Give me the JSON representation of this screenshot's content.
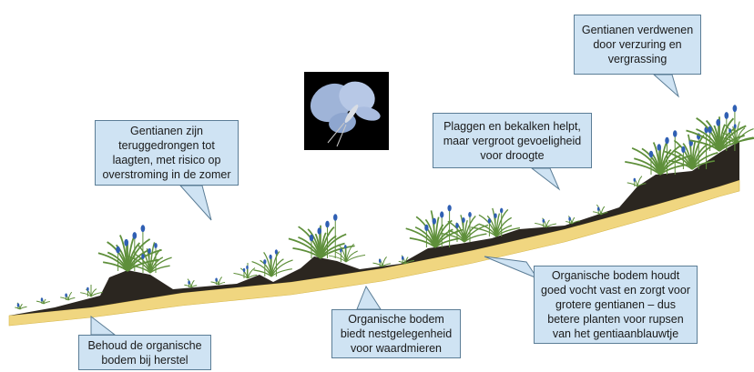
{
  "callouts": {
    "top_right": "Gentianen verdwenen door verzuring en vergrassing",
    "middle_right": "Plaggen en bekalken helpt, maar vergroot gevoeligheid voor droogte",
    "left_top": "Gentianen zijn teruggedrongen tot laagten, met risico op overstroming in de zomer",
    "bottom_left": "Behoud de organische bodem bij herstel",
    "bottom_middle": "Organische bodem biedt nestgelegenheid voor waardmieren",
    "bottom_right": "Organische bodem houdt goed vocht vast en zorgt voor grotere gentianen – dus betere planten voor rupsen van het gentiaanblauwtje"
  },
  "images": {
    "butterfly": "butterfly-photo",
    "plants": "gentian-plant-icon"
  },
  "colors": {
    "callout_fill": "#cfe3f3",
    "callout_border": "#5b7d96",
    "soil": "#2b2620",
    "sand": "#f0d680",
    "grass": "#5e8f3a",
    "flower": "#2f5fb3"
  }
}
